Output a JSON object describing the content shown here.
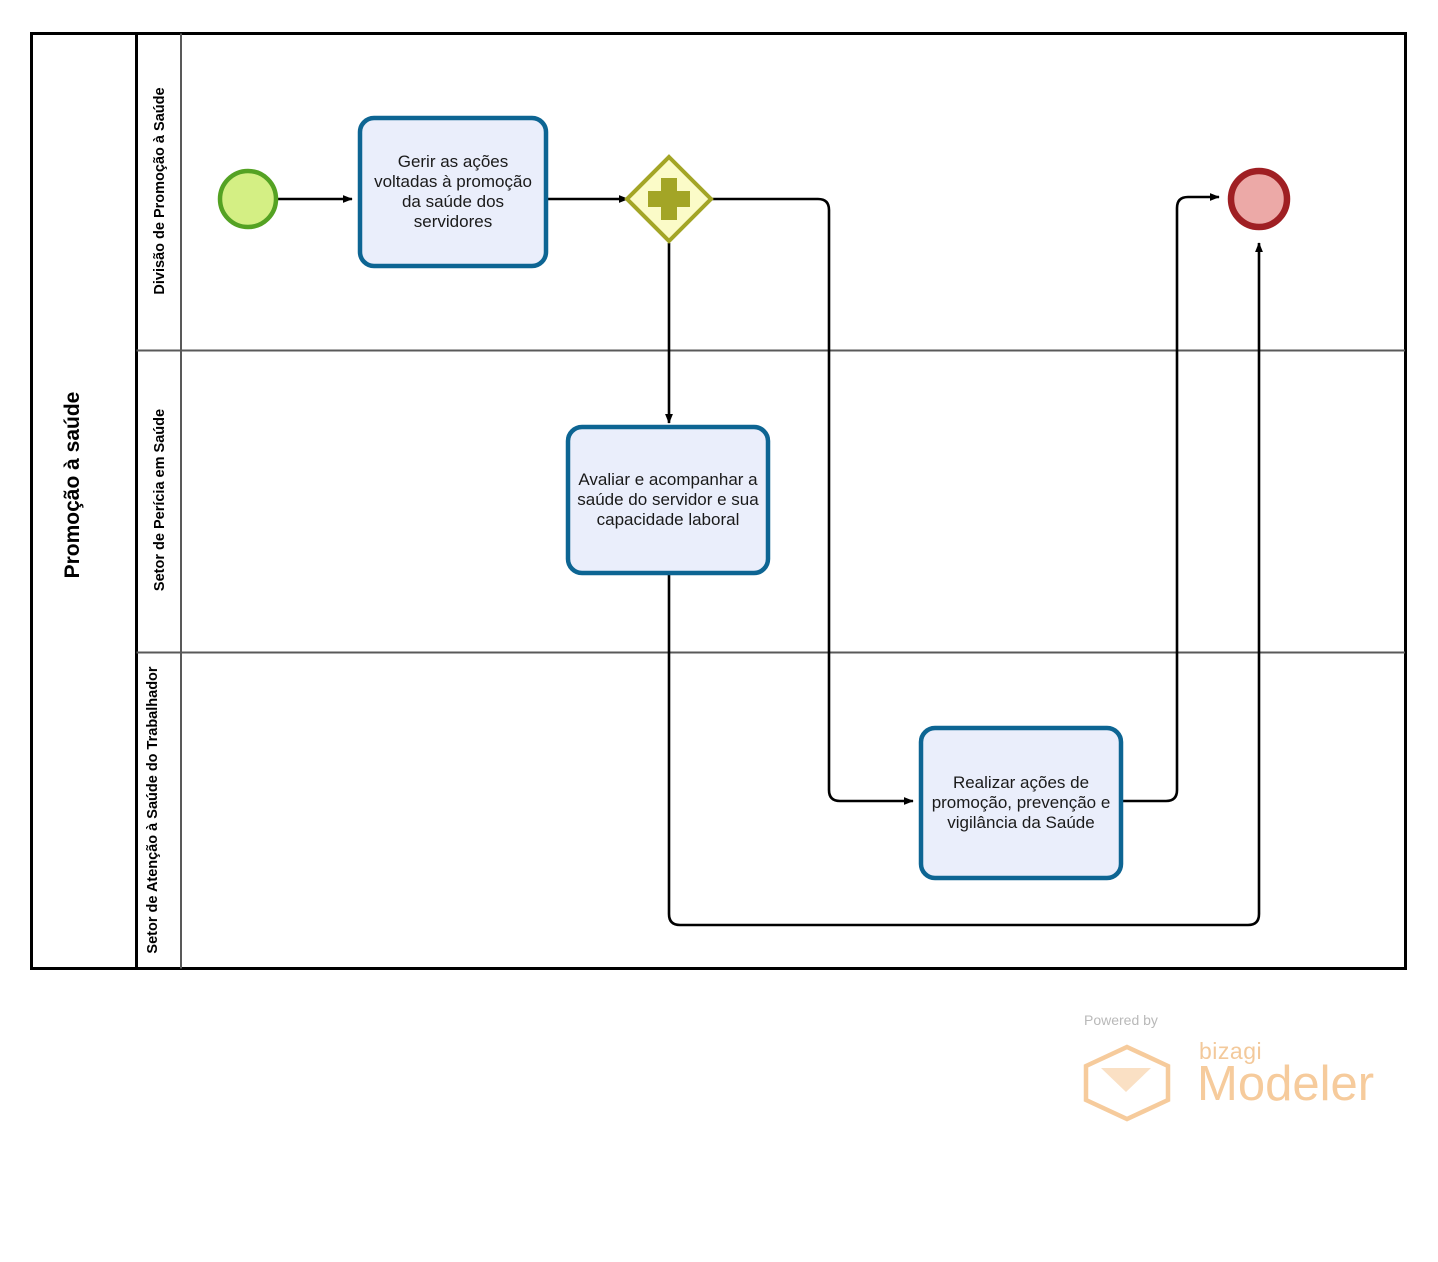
{
  "diagram": {
    "type": "bpmn-process-diagram",
    "pool": {
      "title": "Promoção à saúde"
    },
    "lanes": [
      {
        "id": "lane-1",
        "title": "Divisão de Promoção à Saúde"
      },
      {
        "id": "lane-2",
        "title": "Setor de Perícia em Saúde"
      },
      {
        "id": "lane-3",
        "title": "Setor de Atenção à Saúde do Trabalhador"
      }
    ],
    "events": [
      {
        "id": "start-event",
        "kind": "start",
        "lane": "lane-1",
        "fill": "#d4ef84",
        "stroke": "#54a223"
      },
      {
        "id": "end-event",
        "kind": "end",
        "lane": "lane-1",
        "fill": "#eca9a7",
        "stroke": "#9f1f23"
      }
    ],
    "gateways": [
      {
        "id": "parallel-gateway",
        "kind": "parallel",
        "symbol": "+",
        "lane": "lane-1",
        "fill": "#fbfbc8",
        "stroke": "#a3a526"
      }
    ],
    "tasks": [
      {
        "id": "task-gerir",
        "lane": "lane-1",
        "label": "Gerir as ações voltadas à promoção da saúde dos servidores"
      },
      {
        "id": "task-avaliar",
        "lane": "lane-2",
        "label": "Avaliar e acompanhar a saúde do servidor e sua capacidade laboral"
      },
      {
        "id": "task-realizar",
        "lane": "lane-3",
        "label": "Realizar ações de promoção, prevenção e vigilância da Saúde"
      }
    ],
    "flows": [
      {
        "id": "flow-start-to-gerir",
        "from": "start-event",
        "to": "task-gerir"
      },
      {
        "id": "flow-gerir-to-gateway",
        "from": "task-gerir",
        "to": "parallel-gateway"
      },
      {
        "id": "flow-gateway-to-avaliar",
        "from": "parallel-gateway",
        "to": "task-avaliar"
      },
      {
        "id": "flow-gateway-to-realizar",
        "from": "parallel-gateway",
        "to": "task-realizar"
      },
      {
        "id": "flow-realizar-to-end",
        "from": "task-realizar",
        "to": "end-event"
      },
      {
        "id": "flow-avaliar-to-end",
        "from": "task-avaliar",
        "to": "end-event"
      }
    ],
    "colors": {
      "task_fill": "#eaeefb",
      "task_stroke": "#0d6593",
      "pool_stroke": "#000000",
      "lane_stroke": "#595959",
      "flow_stroke": "#000000"
    }
  },
  "watermark": {
    "powered_by": "Powered by",
    "brand": "bizagi",
    "product": "Modeler"
  }
}
